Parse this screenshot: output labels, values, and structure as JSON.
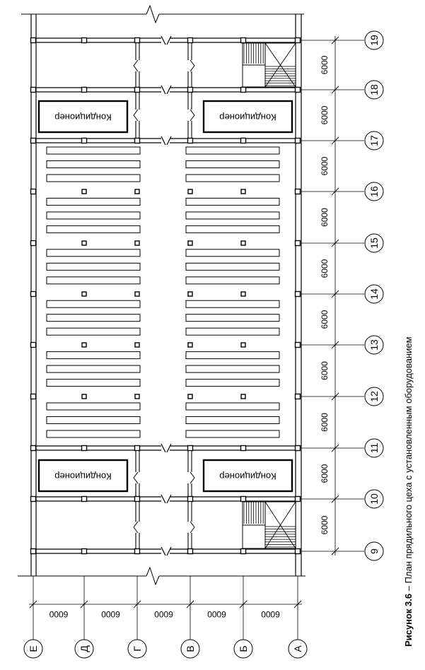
{
  "caption": {
    "bold": "Рисунок 3.6",
    "dash": " – ",
    "text": "План прядильного цеха с установленным оборудованием"
  },
  "axes_numbers": [
    "9",
    "10",
    "11",
    "12",
    "13",
    "14",
    "15",
    "16",
    "17",
    "18",
    "19"
  ],
  "axes_letters": [
    "А",
    "Б",
    "В",
    "Г",
    "Д",
    "Е"
  ],
  "right_dims": [
    "6000",
    "6000",
    "6000",
    "6000",
    "6000",
    "6000",
    "6000",
    "6000",
    "6000",
    "6000"
  ],
  "bottom_dims": [
    "6000",
    "6000",
    "6000",
    "6000",
    "6000"
  ],
  "conditioner_label": "Кондиционер",
  "conditioner_count": 4
}
